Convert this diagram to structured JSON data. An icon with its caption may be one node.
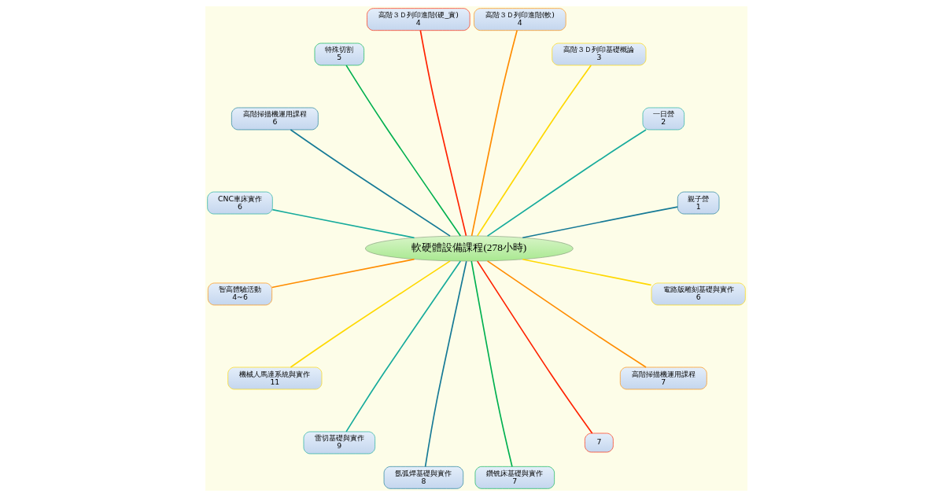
{
  "diagram": {
    "nodes": [
      {
        "text": [
          "軟硬體設備課程(278小時)"
        ]
      },
      {
        "text": [
          "親子營",
          "1"
        ]
      },
      {
        "text": [
          "一日營",
          "2"
        ]
      },
      {
        "text": [
          "高階３Ｄ列印基礎概論",
          "3"
        ]
      },
      {
        "text": [
          "高階３Ｄ列印進階(軟)",
          "4"
        ]
      },
      {
        "text": [
          "高階３Ｄ列印進階(硬_實)",
          "4"
        ]
      },
      {
        "text": [
          "特殊切割",
          "5"
        ]
      },
      {
        "text": [
          "高階掃描機運用課程",
          "6"
        ]
      },
      {
        "text": [
          "CNC車床實作",
          "6"
        ]
      },
      {
        "text": [
          "智高體驗活動",
          "4~6"
        ]
      },
      {
        "text": [
          "機械人馬達系統與實作",
          "11"
        ]
      },
      {
        "text": [
          "雷切基礎與實作",
          "9"
        ]
      },
      {
        "text": [
          "氬弧焊基礎與實作",
          "8"
        ]
      },
      {
        "text": [
          "鑽铣床基礎與實作",
          "7"
        ]
      },
      {
        "text": [
          "7"
        ]
      },
      {
        "text": [
          "高階掃描機運用課程",
          "7"
        ]
      },
      {
        "text": [
          "電路版雕刻基礎與實作",
          "6"
        ]
      }
    ],
    "edges": [
      {
        "from": 0,
        "to": 1,
        "arrow": "none",
        "color": "#167a96"
      },
      {
        "from": 0,
        "to": 2,
        "arrow": "none",
        "color": "#17ab9c"
      },
      {
        "from": 0,
        "to": 3,
        "arrow": "none",
        "color": "#ffd800"
      },
      {
        "from": 0,
        "to": 4,
        "arrow": "none",
        "color": "#ff8c00"
      },
      {
        "from": 0,
        "to": 5,
        "arrow": "none",
        "color": "#ff2200"
      },
      {
        "from": 0,
        "to": 6,
        "arrow": "none",
        "color": "#00b050"
      },
      {
        "from": 0,
        "to": 7,
        "arrow": "none",
        "color": "#167a96"
      },
      {
        "from": 0,
        "to": 8,
        "arrow": "none",
        "color": "#17ab9c"
      },
      {
        "from": 0,
        "to": 9,
        "arrow": "none",
        "color": "#ff8c00"
      },
      {
        "from": 0,
        "to": 10,
        "arrow": "none",
        "color": "#ffd800"
      },
      {
        "from": 0,
        "to": 11,
        "arrow": "none",
        "color": "#17ab9c"
      },
      {
        "from": 0,
        "to": 12,
        "arrow": "none",
        "color": "#167a96"
      },
      {
        "from": 0,
        "to": 13,
        "arrow": "none",
        "color": "#00b050"
      },
      {
        "from": 0,
        "to": 14,
        "arrow": "none",
        "color": "#ff2200"
      },
      {
        "from": 0,
        "to": 15,
        "arrow": "none",
        "color": "#ff8c00"
      },
      {
        "from": 0,
        "to": 16,
        "arrow": "none",
        "color": "#ffd800"
      }
    ]
  }
}
